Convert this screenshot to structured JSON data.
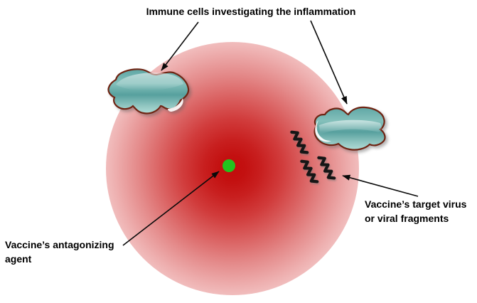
{
  "diagram": {
    "callouts": {
      "immune_cells": "Immune cells investigating the inflammation",
      "antagonizing_agent": "Vaccine’s antagonizing\nagent",
      "target_virus": "Vaccine’s target virus\nor viral fragments"
    },
    "colors": {
      "inflammation_center": "#c20c0c",
      "inflammation_edge": "#ffffff",
      "immune_cell_teal": "#57a09e",
      "immune_cell_outline": "#6f2413",
      "agent_green": "#22c31e",
      "viral_fragment_black": "#161616",
      "arrow_black": "#0a0a0a",
      "label_text": "#000000"
    }
  }
}
